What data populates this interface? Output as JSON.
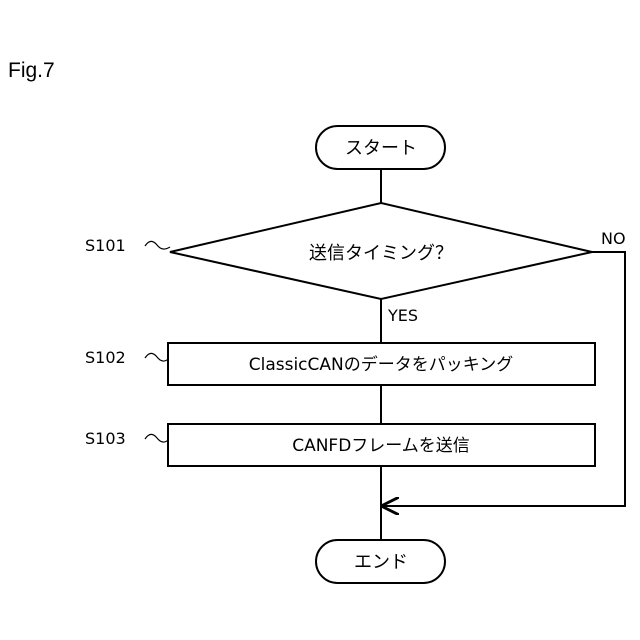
{
  "figure_label": "Fig.7",
  "nodes": {
    "start": {
      "text": "スタート"
    },
    "decision": {
      "text": "送信タイミング？",
      "step": "S101"
    },
    "process1": {
      "text": "ClassicCANのデータをパッキング",
      "step": "S102"
    },
    "process2": {
      "text": "CANFDフレームを送信",
      "step": "S103"
    },
    "end": {
      "text": "エンド"
    }
  },
  "branches": {
    "yes": "YES",
    "no": "NO"
  }
}
